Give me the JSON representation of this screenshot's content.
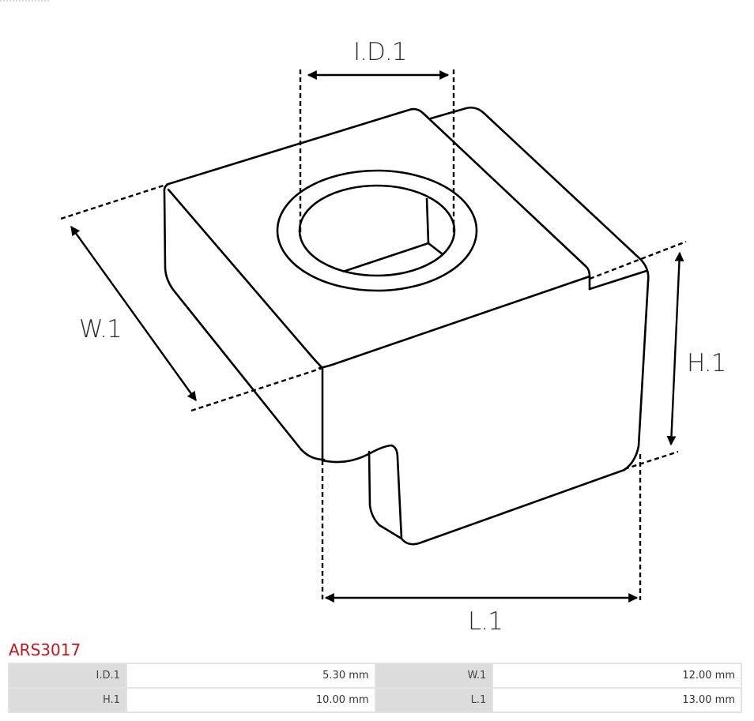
{
  "drawing": {
    "dimension_labels": {
      "inner_diameter": "I.D.1",
      "width": "W.1",
      "height": "H.1",
      "length": "L.1"
    },
    "line_color": "#000000"
  },
  "part": {
    "number": "ARS3017",
    "title_color": "#c4161c"
  },
  "specs": {
    "rows": [
      [
        {
          "label": "I.D.1",
          "value": "5.30 mm"
        },
        {
          "label": "W.1",
          "value": "12.00 mm"
        }
      ],
      [
        {
          "label": "H.1",
          "value": "10.00 mm"
        },
        {
          "label": "L.1",
          "value": "13.00 mm"
        }
      ]
    ]
  }
}
